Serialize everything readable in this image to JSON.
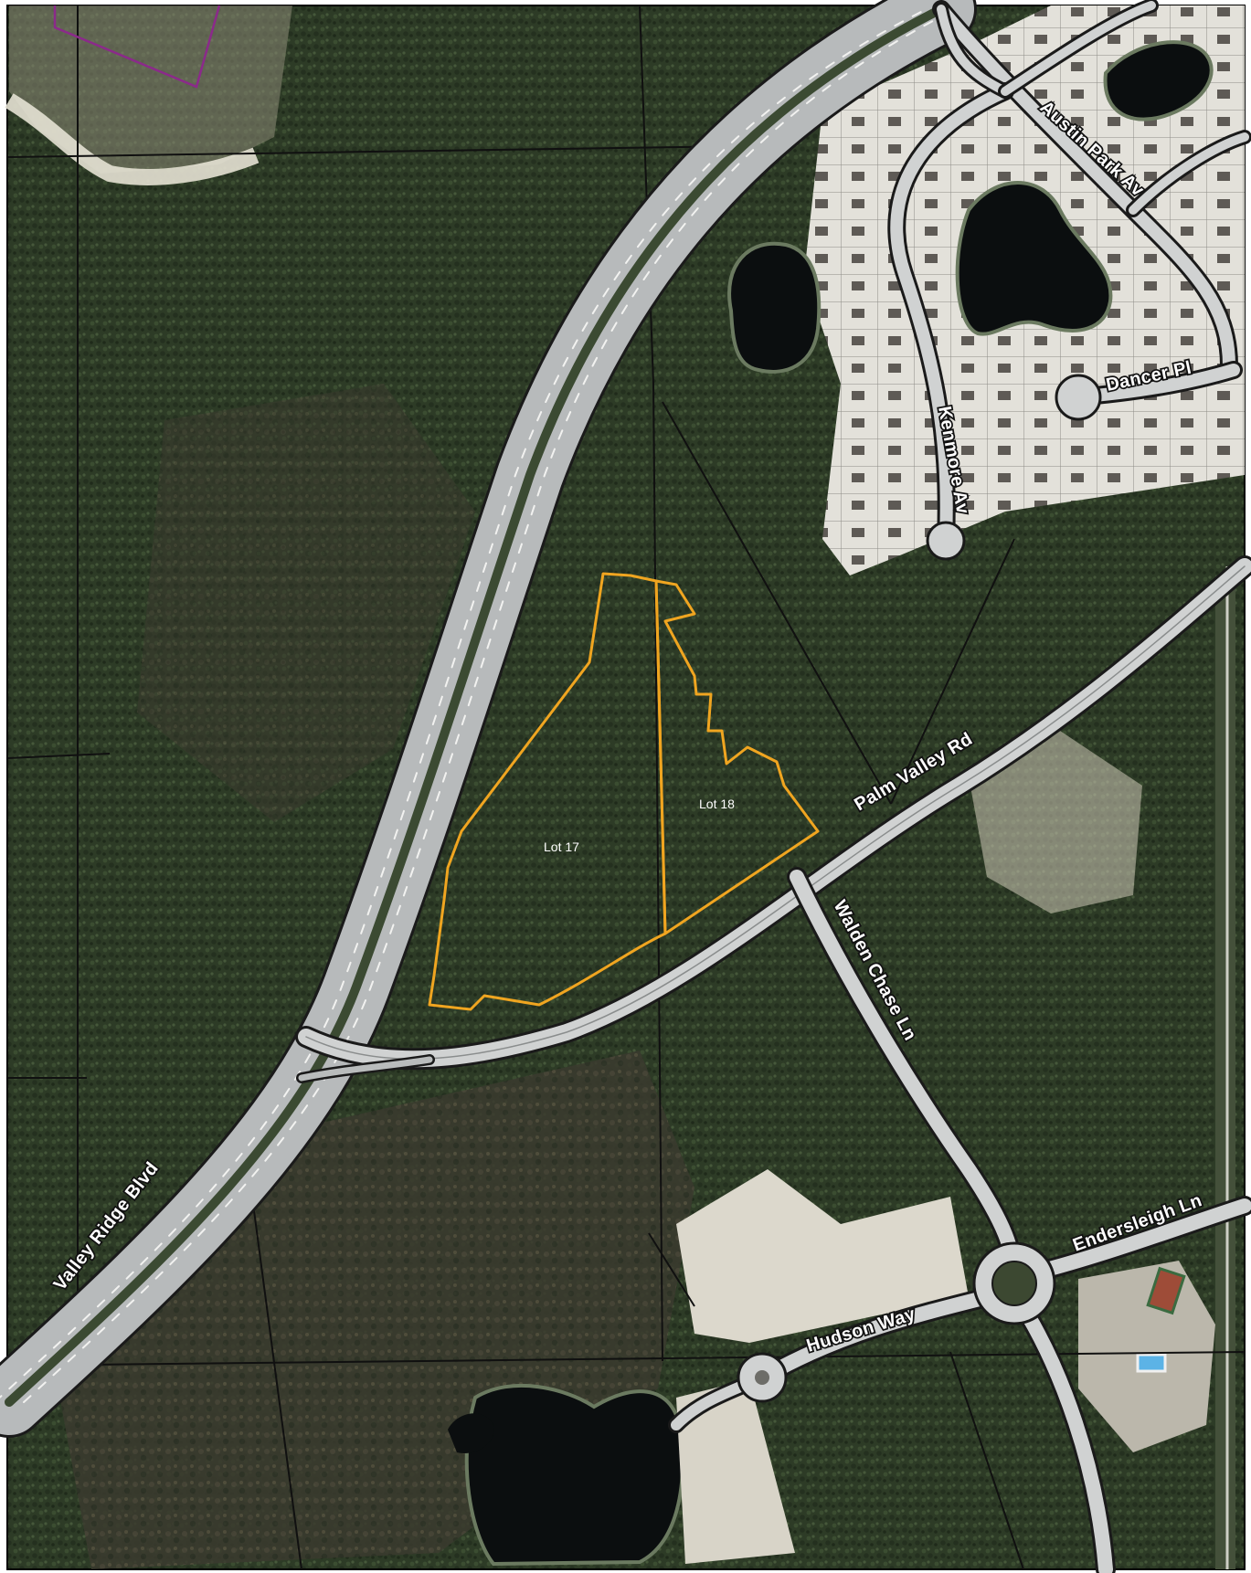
{
  "map": {
    "colors": {
      "forest": "#2c3a25",
      "forest_light": "#3f5233",
      "clearing": "#e8e4dc",
      "water": "#0c0f10",
      "road": "#b9bcbd",
      "parcel_outline": "#f0a520",
      "parcel_line": "#101010",
      "border_purple": "#8b2a8a"
    },
    "roads": {
      "valley_ridge": "Valley Ridge Blvd",
      "palm_valley": "Palm Valley Rd",
      "austin_park": "Austin Park Av",
      "dancer": "Dancer Pl",
      "kenmore": "Kenmore Av",
      "walden_chase": "Walden Chase Ln",
      "endersleigh": "Endersleigh Ln",
      "hudson": "Hudson Way"
    },
    "lots": {
      "lot17": "Lot 17",
      "lot18": "Lot 18"
    }
  }
}
